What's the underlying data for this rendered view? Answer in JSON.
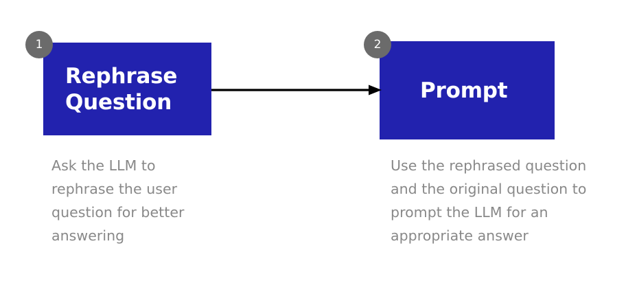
{
  "diagram": {
    "background_color": "#ffffff",
    "box_color": "#2222ae",
    "badge_color": "#6b6b6b",
    "caption_color": "#888888",
    "arrow_color": "#000000",
    "steps": [
      {
        "number": "1",
        "title": "Rephrase\nQuestion",
        "caption": "Ask the LLM to rephrase the user question for better answering"
      },
      {
        "number": "2",
        "title": "Prompt",
        "caption": "Use the rephrased question and the original question to prompt the LLM for an appropriate answer"
      }
    ],
    "connector": {
      "from": "1",
      "to": "2",
      "type": "arrow-right"
    }
  }
}
